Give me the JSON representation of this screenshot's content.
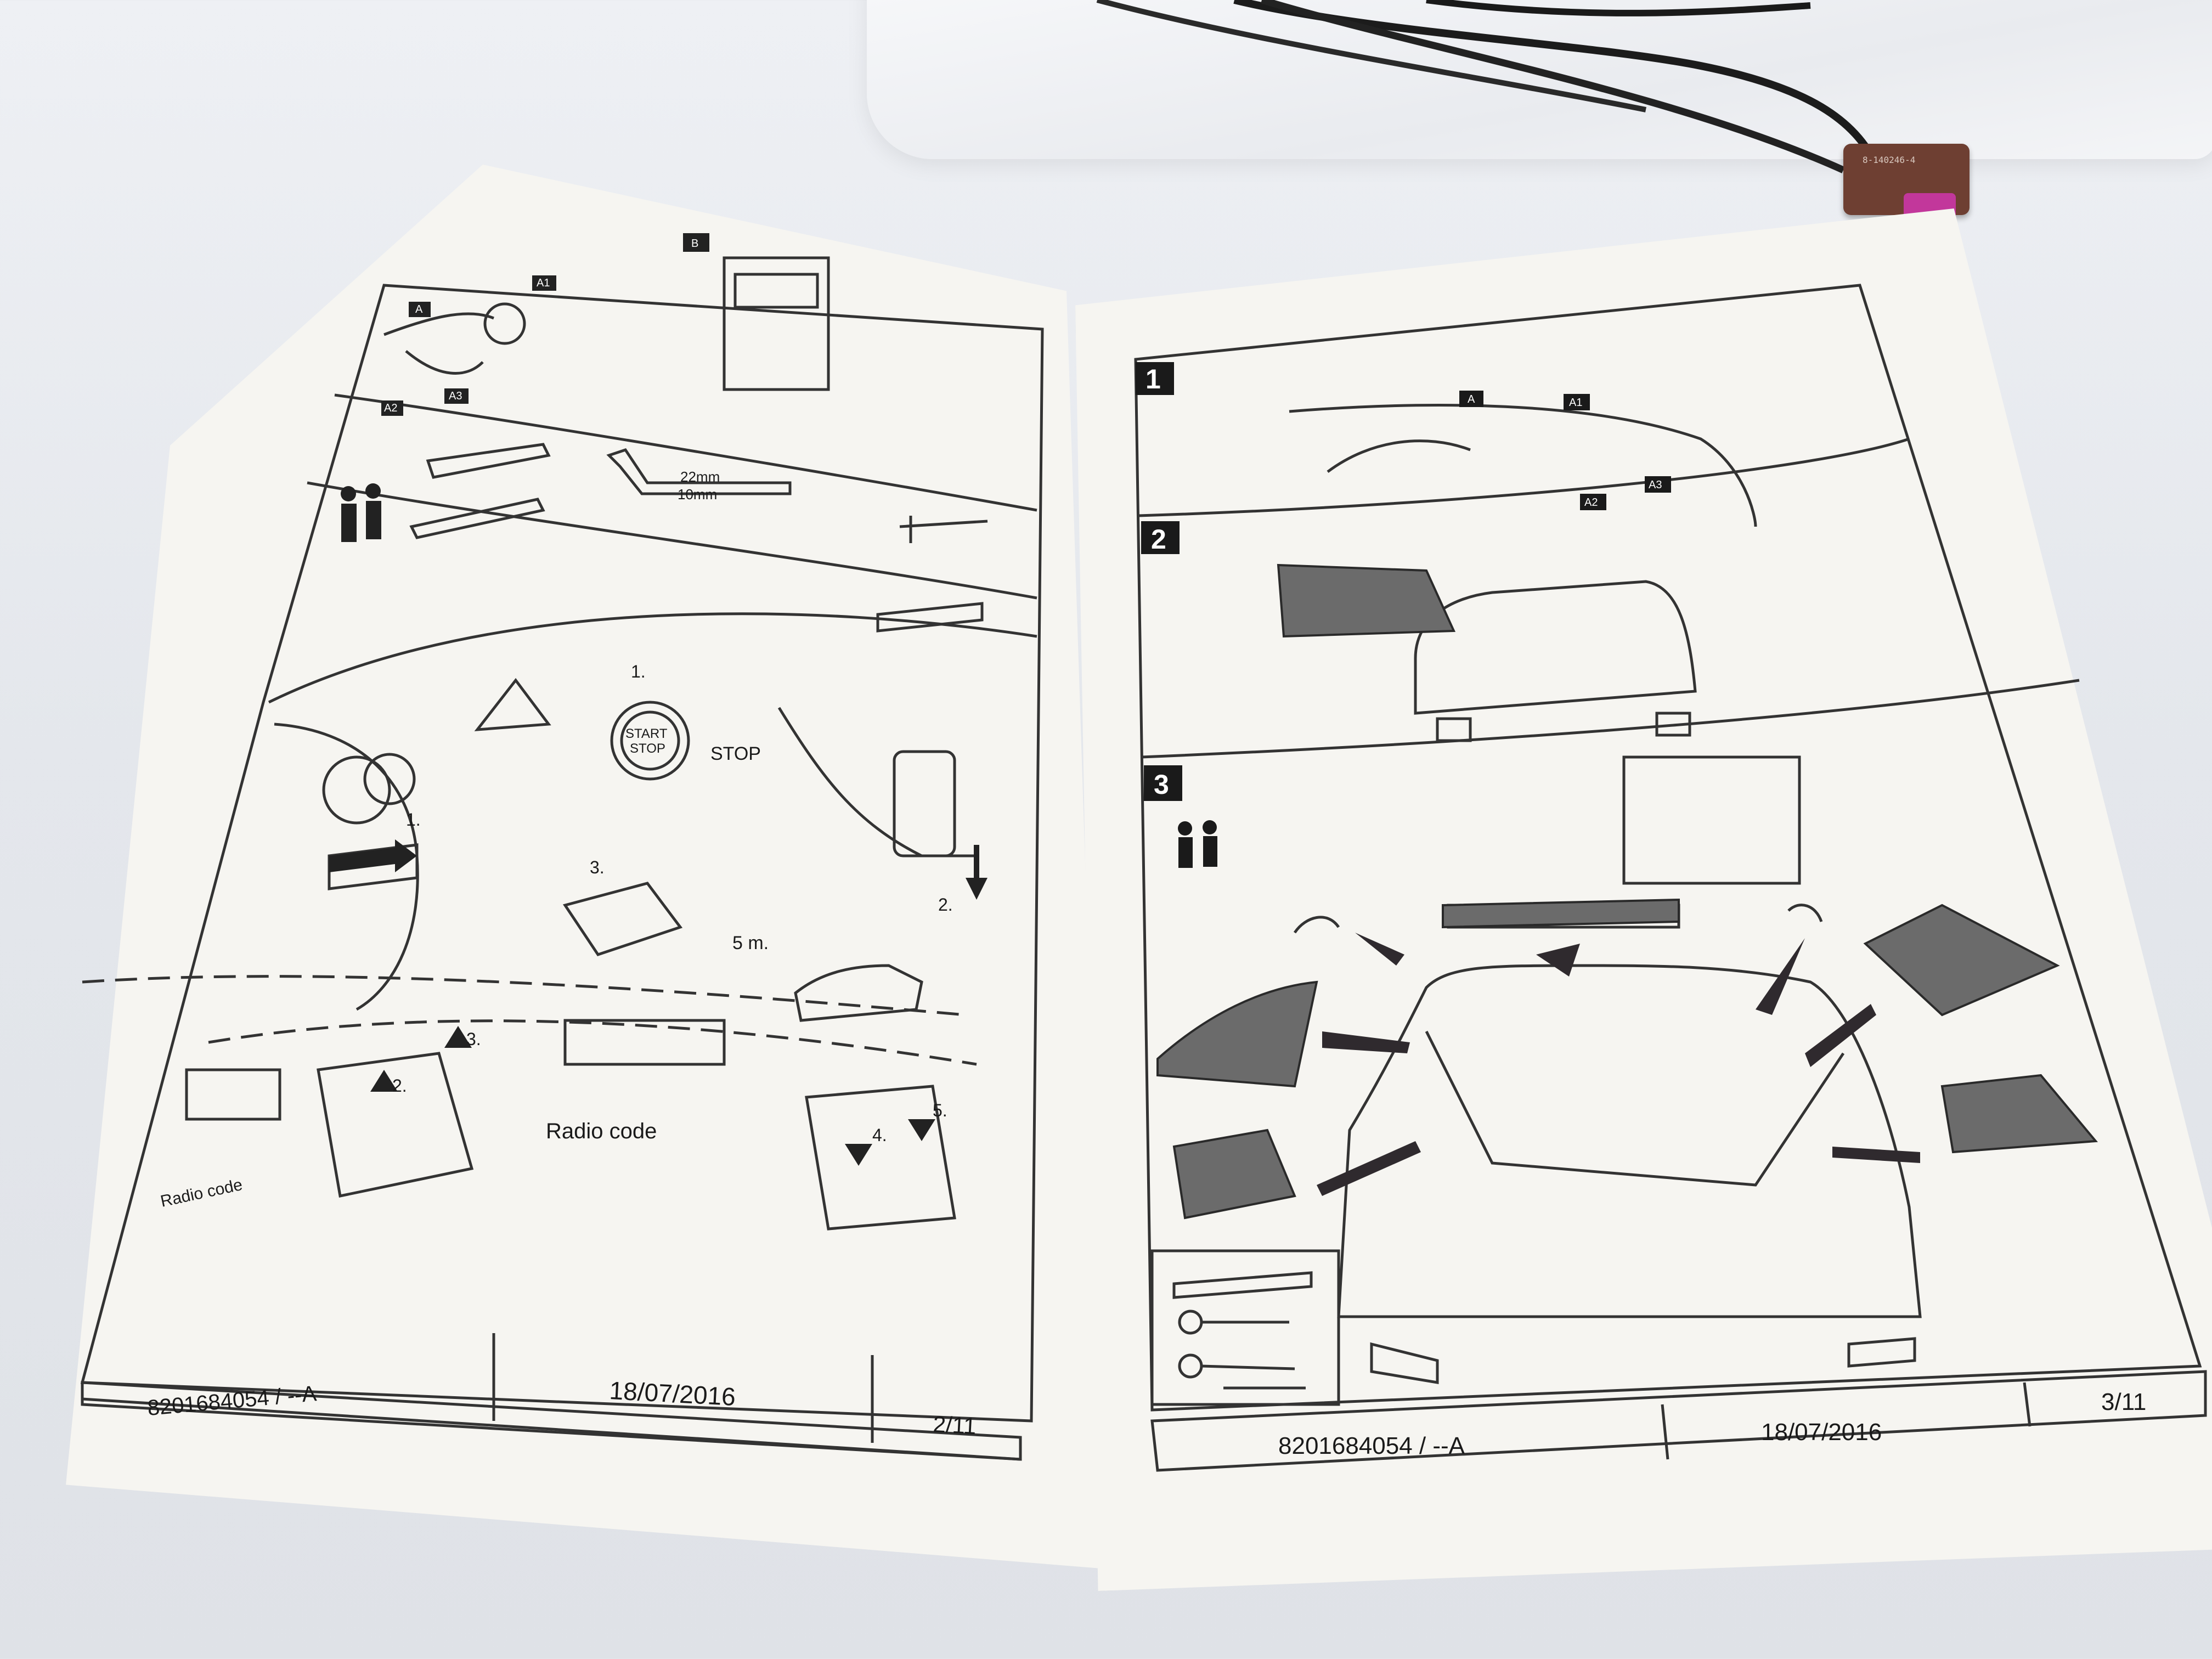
{
  "left_page": {
    "steps": [
      "1.",
      "1.",
      "2.",
      "3.",
      "2.",
      "3.",
      "4.",
      "5."
    ],
    "start_stop_top": "START",
    "start_stop_bottom": "STOP",
    "stop_label": "STOP",
    "wrench_sizes": [
      "22mm",
      "10mm"
    ],
    "distance_label": "5 m.",
    "radio_code_label": "Radio code",
    "radio_code_label_small": "Radio code",
    "kit_labels": [
      "A",
      "A1",
      "A2",
      "A3",
      "B"
    ],
    "footer": {
      "ref": "8201684054 / --A",
      "date": "18/07/2016",
      "page": "2/11"
    }
  },
  "right_page": {
    "panel_numbers": [
      "1",
      "2",
      "3"
    ],
    "antenna_labels": [
      "A",
      "A1",
      "A2",
      "A3"
    ],
    "footer": {
      "ref": "8201684054 / --A",
      "date": "18/07/2016",
      "page": "3/11"
    }
  },
  "connector_label": "8-140246-4",
  "colors": {
    "paper": "#f6f5f1",
    "ink": "#2a2a2a",
    "connector": "#6e3f32",
    "connector_pin": "#c2379b",
    "panel_fill": "#6b6b6b"
  }
}
